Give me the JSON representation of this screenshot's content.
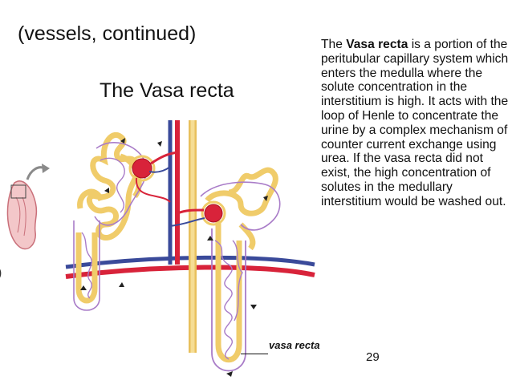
{
  "slide": {
    "heading": "(vessels, continued)",
    "subtitle": "The Vasa recta",
    "body": {
      "intro": "The ",
      "bold_term": "Vasa recta",
      "rest": " is a portion of the peritubular capillary system which enters the medulla where the solute concentration in the interstitium is high. It acts with the loop of Henle to concentrate the urine by a complex mechanism of counter current exchange using urea. If the vasa recta did not exist, the high concentration of solutes in the medullary interstitium would be washed out."
    },
    "figure_label": "vasa recta",
    "page_number": "29",
    "edge_glyph": ")"
  },
  "colors": {
    "artery_red": "#d8233a",
    "vein_blue": "#3a4a9a",
    "tubule_yellow": "#f0cc6a",
    "capillary_purple": "#a97cc8"
  },
  "icons": {
    "kidney_thumbnail": "kidney-icon",
    "zoom_arrow": "curved-arrow-icon"
  }
}
